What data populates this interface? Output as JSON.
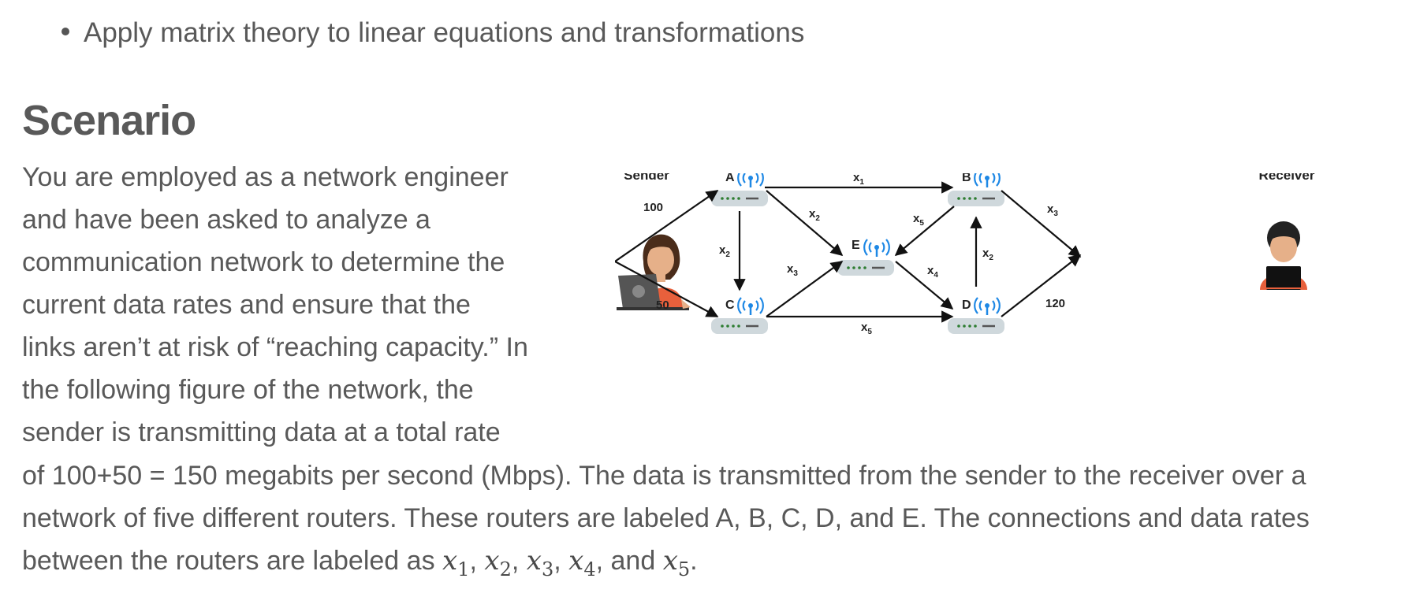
{
  "objectives": {
    "bullet_text": "Apply matrix theory to linear equations and transformations"
  },
  "scenario": {
    "heading": "Scenario",
    "paragraph_lines_narrow": [
      "You are employed as a network engineer",
      "and have been asked to analyze a",
      "communication network to determine the",
      "current data rates and ensure that the",
      "links aren’t at risk of “reaching capacity.” In",
      "the following figure of the network, the",
      "sender is transmitting data at a total rate"
    ],
    "line_8": "of 100+50 = 150 megabits per second (Mbps). The data is transmitted from the sender to the receiver over a",
    "line_9": "network of five different routers. These routers are labeled A, B, C, D, and E. The connections and data rates",
    "line_10_prefix": "between the routers are labeled as ",
    "vars": {
      "x": "x",
      "s1": "1",
      "s2": "2",
      "s3": "3",
      "s4": "4",
      "s5": "5"
    },
    "sep_comma": ", ",
    "and_text": ", and ",
    "period": "."
  },
  "figure": {
    "sender_label": "Sender",
    "receiver_label": "Receiver",
    "routers": {
      "a": "A",
      "b": "B",
      "c": "C",
      "d": "D",
      "e": "E"
    },
    "edges": {
      "sender_a": "100",
      "sender_c": "50",
      "a_b": "x",
      "a_b_sub": "1",
      "a_c": "x",
      "a_c_sub": "2",
      "a_e": "x",
      "a_e_sub": "2",
      "c_e": "x",
      "c_e_sub": "3",
      "c_d": "x",
      "c_d_sub": "5",
      "e_b": "x",
      "e_b_sub": "5",
      "e_d": "x",
      "e_d_sub": "4",
      "d_b": "x",
      "d_b_sub": "2",
      "b_receiver": "x",
      "b_receiver_sub": "3",
      "d_receiver": "120"
    },
    "colors": {
      "arrow": "#111111",
      "router_body": "#cfd8dc",
      "wifi": "#1e88e5",
      "led": "#2e7d32",
      "shirt": "#e8603c",
      "skin": "#e6b089",
      "hair": "#4a2c1a",
      "laptop": "#555555"
    }
  }
}
